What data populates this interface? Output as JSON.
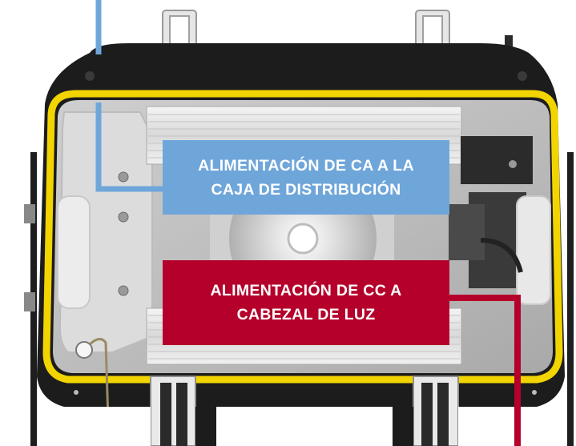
{
  "labels": {
    "ac_line1": "ALIMENTACIÓN DE CA A LA",
    "ac_line2": "CAJA DE DISTRIBUCIÓN",
    "dc_line1": "ALIMENTACIÓN DE CC A",
    "dc_line2": "CABEZAL DE LUZ"
  },
  "colors": {
    "ac_box": "#6FA6DA",
    "dc_box": "#B5002B",
    "housing_rim": "#F2D400",
    "housing_shell": "#1c1c1c"
  }
}
